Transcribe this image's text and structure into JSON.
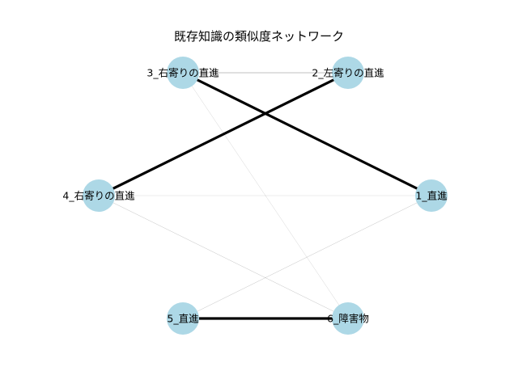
{
  "title": "既存知識の類似度ネットワーク",
  "colors": {
    "node_fill": "#add8e6",
    "edge": "#000000",
    "label": "#000000",
    "background": "#ffffff"
  },
  "nodes": [
    {
      "id": "1",
      "label": "1_直進"
    },
    {
      "id": "2",
      "label": "2_左寄りの直進"
    },
    {
      "id": "3",
      "label": "3_右寄りの直進"
    },
    {
      "id": "4",
      "label": "4_右寄りの直進"
    },
    {
      "id": "5",
      "label": "5_直進"
    },
    {
      "id": "6",
      "label": "6_障害物"
    }
  ],
  "edges": [
    {
      "source": "3",
      "target": "1",
      "weight": 1.0
    },
    {
      "source": "4",
      "target": "2",
      "weight": 1.0
    },
    {
      "source": "5",
      "target": "6",
      "weight": 1.0
    },
    {
      "source": "3",
      "target": "2",
      "weight": 0.2
    },
    {
      "source": "4",
      "target": "6",
      "weight": 0.12
    },
    {
      "source": "5",
      "target": "1",
      "weight": 0.12
    },
    {
      "source": "3",
      "target": "6",
      "weight": 0.05
    },
    {
      "source": "4",
      "target": "1",
      "weight": 0.03
    }
  ]
}
